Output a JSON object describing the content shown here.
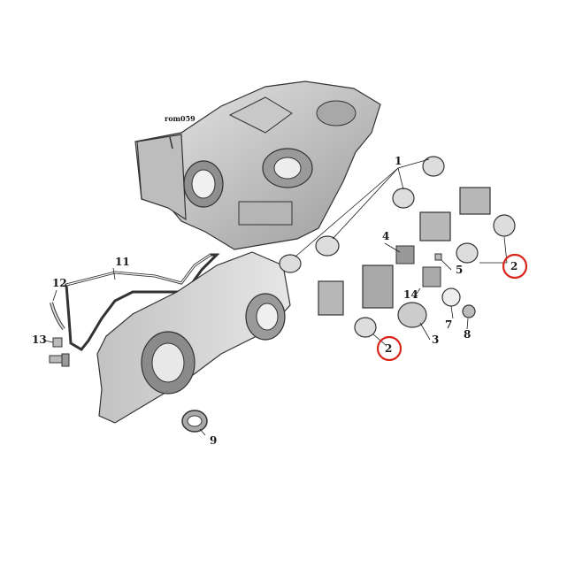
{
  "diagram": {
    "reference_code": "rom059",
    "highlight_color": "#d9261c",
    "part_fill": "#d4d4d4",
    "part_fill_dark": "#a8a8a8",
    "labels": {
      "p1": "1",
      "p2a": "2",
      "p2b": "2",
      "p3": "3",
      "p4": "4",
      "p5": "5",
      "p7": "7",
      "p8": "8",
      "p9": "9",
      "p11": "11",
      "p12": "12",
      "p13": "13",
      "p14": "14"
    },
    "highlighted_parts": [
      "2"
    ]
  }
}
